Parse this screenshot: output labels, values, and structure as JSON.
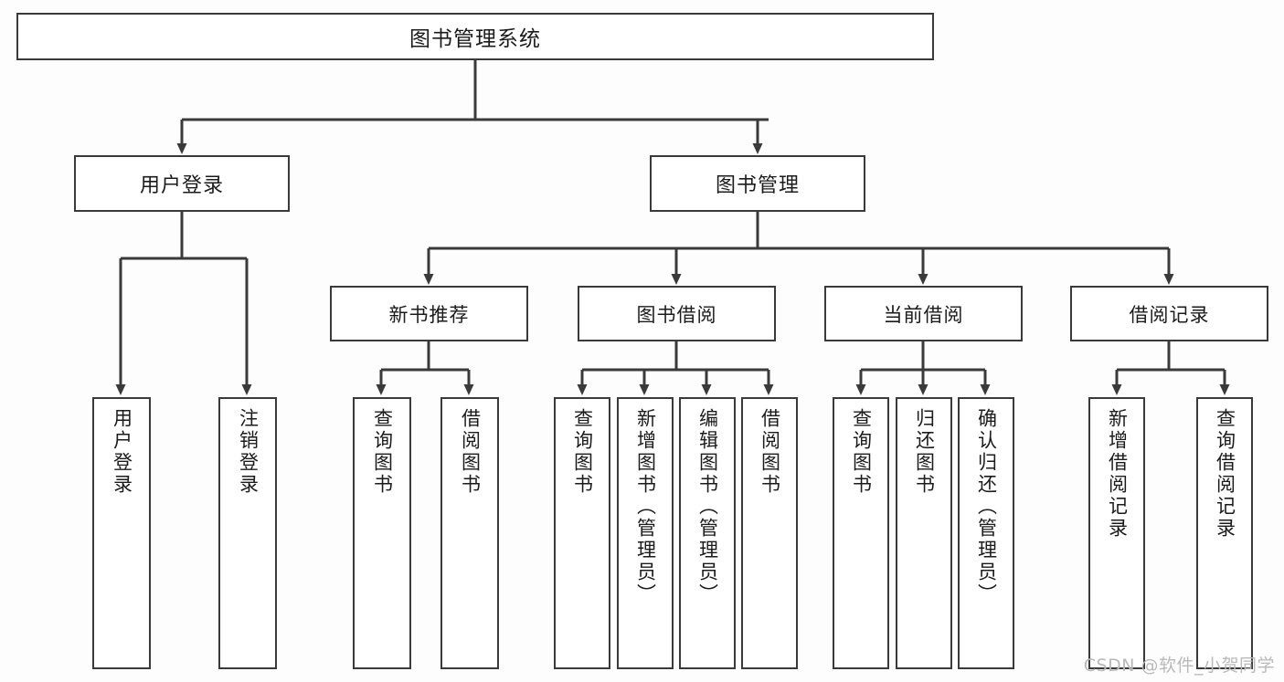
{
  "diagram": {
    "title": "图书管理系统",
    "type": "tree-hierarchy-diagram",
    "colors": {
      "background": "#fdfdfd",
      "node_border": "#3a3a3a",
      "node_fill": "#ffffff",
      "edge": "#3a3a3a",
      "text": "#1b1b1b",
      "watermark": "#b9b9b9"
    },
    "root": {
      "label": "图书管理系统"
    },
    "level2": [
      {
        "label": "用户登录"
      },
      {
        "label": "图书管理"
      }
    ],
    "level3": [
      {
        "label": "新书推荐"
      },
      {
        "label": "图书借阅"
      },
      {
        "label": "当前借阅"
      },
      {
        "label": "借阅记录"
      }
    ],
    "leaves": {
      "user_login": [
        {
          "label": "用户登录"
        },
        {
          "label": "注销登录"
        }
      ],
      "new_book_recommend": [
        {
          "label": "查询图书"
        },
        {
          "label": "借阅图书"
        }
      ],
      "book_borrow": [
        {
          "label": "查询图书"
        },
        {
          "label": "新增图书（管理员）"
        },
        {
          "label": "编辑图书（管理员）"
        },
        {
          "label": "借阅图书"
        }
      ],
      "current_borrow": [
        {
          "label": "查询图书"
        },
        {
          "label": "归还图书"
        },
        {
          "label": "确认归还（管理员）"
        }
      ],
      "borrow_record": [
        {
          "label": "新增借阅记录"
        },
        {
          "label": "查询借阅记录"
        }
      ]
    }
  },
  "watermark": {
    "text": "CSDN @软件_小贺同学"
  }
}
